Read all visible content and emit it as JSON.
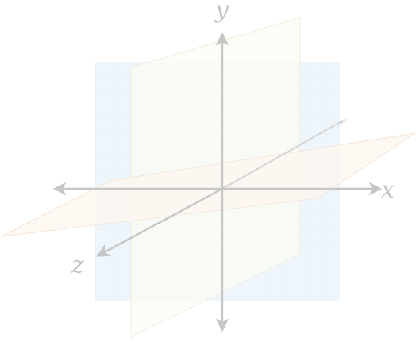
{
  "diagram": {
    "axes": {
      "x": "x",
      "y": "y",
      "z": "z"
    },
    "colors": {
      "axis_stroke": "#c6c6c6",
      "xy_plane_fill": "#eef6fb",
      "xy_plane_grid": "#e1edf4",
      "xz_plane_fill": "#fdf6f0",
      "xz_plane_stroke": "#f5e6dc",
      "yz_plane_fill": "#fbfcf4",
      "yz_plane_stroke": "#efefde",
      "label": "#c4c4c4"
    }
  }
}
